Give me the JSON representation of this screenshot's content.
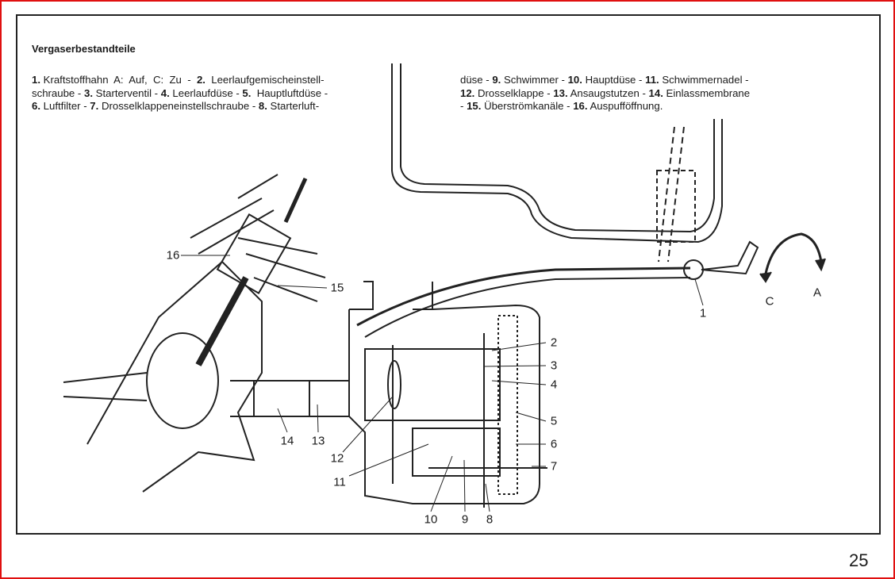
{
  "page": {
    "title": "Vergaserbestandteile",
    "page_number": "25",
    "legend_left": [
      [
        {
          "b": "1.",
          "t": " Kraftstoffhahn  A:  Auf,  C:  Zu  -  "
        },
        {
          "b": "2.",
          "t": "  Leerlaufgemischeinstell-"
        }
      ],
      [
        {
          "b": "",
          "t": "schraube - "
        },
        {
          "b": "3.",
          "t": " Starterventil - "
        },
        {
          "b": "4.",
          "t": " Leerlaufdüse - "
        },
        {
          "b": "5.",
          "t": "  Hauptluftdüse -"
        }
      ],
      [
        {
          "b": "6.",
          "t": " Luftfilter - "
        },
        {
          "b": "7.",
          "t": " Drosselklappeneinstellschraube - "
        },
        {
          "b": "8.",
          "t": " Starterluft-"
        }
      ]
    ],
    "legend_right": [
      [
        {
          "b": "",
          "t": "düse - "
        },
        {
          "b": "9.",
          "t": " Schwimmer - "
        },
        {
          "b": "10.",
          "t": " Hauptdüse - "
        },
        {
          "b": "11.",
          "t": " Schwimmernadel -"
        }
      ],
      [
        {
          "b": "12.",
          "t": " Drosselklappe - "
        },
        {
          "b": "13.",
          "t": " Ansaugstutzen - "
        },
        {
          "b": "14.",
          "t": " Einlassmembrane"
        }
      ],
      [
        {
          "b": "",
          "t": "- "
        },
        {
          "b": "15.",
          "t": " Überströmkanäle - "
        },
        {
          "b": "16.",
          "t": " Auspufföffnung."
        }
      ]
    ],
    "callouts": [
      "1",
      "2",
      "3",
      "4",
      "5",
      "6",
      "7",
      "8",
      "9",
      "10",
      "11",
      "12",
      "13",
      "14",
      "15",
      "16"
    ],
    "direction_labels": {
      "open": "A",
      "close": "C"
    }
  }
}
